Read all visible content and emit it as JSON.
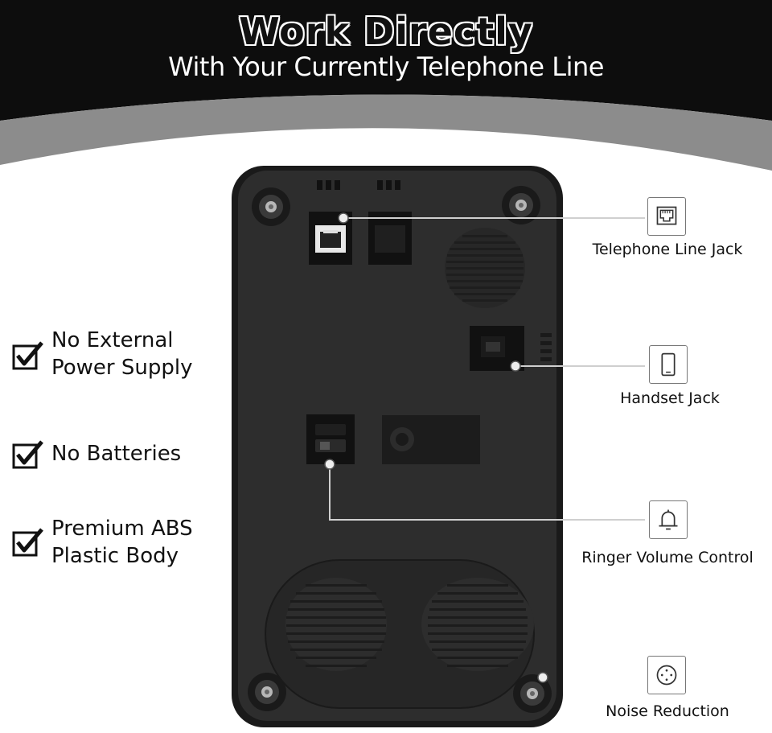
{
  "header": {
    "title": "Work Directly",
    "subtitle": "With Your Currently Telephone Line"
  },
  "features": [
    {
      "line1": "No External",
      "line2": "Power Supply",
      "icon": "checkbox-check-icon"
    },
    {
      "line1": "No Batteries",
      "line2": "",
      "icon": "checkbox-check-icon"
    },
    {
      "line1": "Premium ABS",
      "line2": "Plastic Body",
      "icon": "checkbox-check-icon"
    }
  ],
  "callouts": [
    {
      "label": "Telephone Line Jack",
      "icon": "ethernet-port-icon"
    },
    {
      "label": "Handset Jack",
      "icon": "phone-icon"
    },
    {
      "label": "Ringer Volume Control",
      "icon": "bell-icon"
    },
    {
      "label": "Noise Reduction",
      "icon": "speaker-grille-icon"
    }
  ],
  "colors": {
    "header_black": "#0d0d0d",
    "header_gray_band": "#8c8c8c",
    "device_body": "#2d2d2d",
    "device_edge": "#1a1a1a",
    "leader_line": "#cfcfcf"
  }
}
